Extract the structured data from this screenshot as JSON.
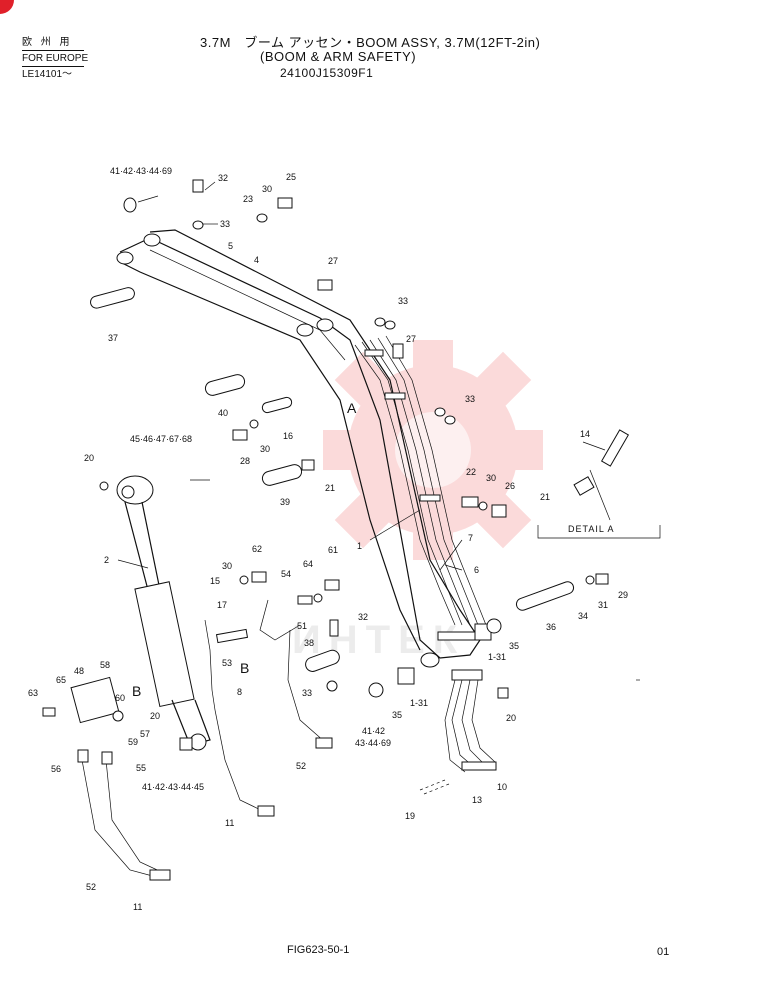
{
  "header": {
    "jp_label": "欧 州 用",
    "region": "FOR EUROPE",
    "serial": "LE14101～",
    "title": "3.7M　ブーム アッセン・BOOM ASSY, 3.7M(12FT-2in)",
    "subtitle": "(BOOM & ARM SAFETY)",
    "part_code": "24100J15309F1"
  },
  "footer": {
    "figure": "FIG623-50-1",
    "page": "01"
  },
  "watermark": {
    "text": "ИНТЕК",
    "color": "#f05a5a"
  },
  "callouts": {
    "c41a": "41·42·43·44·69",
    "c32a": "32",
    "c30a": "30",
    "c25": "25",
    "c23": "23",
    "c33a": "33",
    "c5": "5",
    "c4": "4",
    "c27a": "27",
    "c33b": "33",
    "c27b": "27",
    "c37": "37",
    "c40": "40",
    "cA": "A",
    "c33c": "33",
    "c16": "16",
    "c45": "45·46·47·67·68",
    "c28": "28",
    "c30b": "30",
    "c20a": "20",
    "c21a": "21",
    "c39": "39",
    "c22": "22",
    "c30c": "30",
    "c26": "26",
    "c1": "1",
    "c7": "7",
    "c6": "6",
    "c2": "2",
    "c62": "62",
    "c30d": "30",
    "c15": "15",
    "c54": "54",
    "c64": "64",
    "c61": "61",
    "c17": "17",
    "c51": "51",
    "c32b": "32",
    "c38": "38",
    "c53": "53",
    "cB1": "B",
    "c8": "8",
    "c58": "58",
    "c48": "48",
    "c65": "65",
    "c63": "63",
    "cB2": "B",
    "c60": "60",
    "c57": "57",
    "c20b": "20",
    "c59": "59",
    "c56": "56",
    "c55": "55",
    "c41b": "41·42·43·44·45",
    "c33d": "33",
    "c35a": "35",
    "c41c": "41·42",
    "c43": "43·44·69",
    "c1_31a": "1-31",
    "c1_31b": "1-31",
    "c35b": "35",
    "c36": "36",
    "c34": "34",
    "c31": "31",
    "c29": "29",
    "c20c": "20",
    "c52a": "52",
    "c11a": "11",
    "c19": "19",
    "c13": "13",
    "c10": "10",
    "c52b": "52",
    "c11b": "11",
    "c14": "14",
    "c21b": "21"
  },
  "detail_label": "DETAIL A"
}
